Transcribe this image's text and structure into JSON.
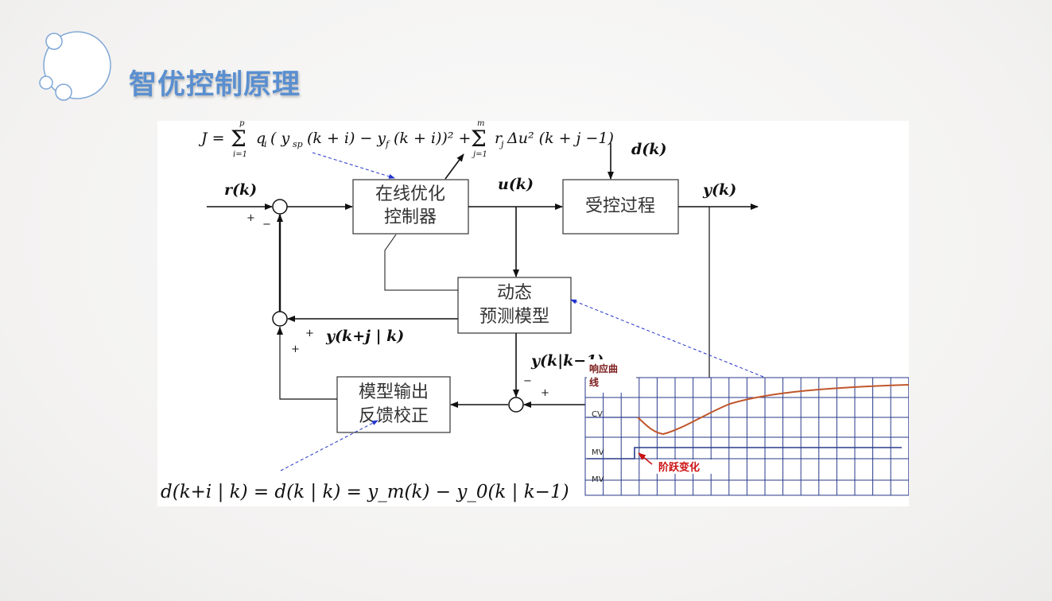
{
  "title": "智优控制原理",
  "equations": {
    "cost_function": "J = Σ q_i ( y_sp (k+i) − y_f (k+i) )² + Σ r_j Δu² (k+j−1)",
    "sum1_upper": "p",
    "sum1_lower": "i=1",
    "sum2_upper": "m",
    "sum2_lower": "j=1",
    "disturbance_eq": "d(k+i | k) = d(k | k) = y_m(k) − y_0(k | k−1)"
  },
  "blocks": {
    "optimizer": [
      "在线优化",
      "控制器"
    ],
    "process": "受控过程",
    "model": [
      "动态",
      "预测模型"
    ],
    "feedback": [
      "模型输出",
      "反馈校正"
    ]
  },
  "signals": {
    "reference": "r(k)",
    "control": "u(k)",
    "disturbance": "d(k)",
    "output": "y(k)",
    "prediction": "y(k+j | k)",
    "model_output": "y(k|k−1)"
  },
  "signs": {
    "sum1_plus": "+",
    "sum1_minus": "−",
    "sum2_top_plus": "+",
    "sum2_left_plus": "+",
    "sum3_minus": "−",
    "sum3_plus": "+"
  },
  "chart": {
    "title_line1": "响应曲",
    "title_line2": "线",
    "cv_label": "CV",
    "mv1_label": "MV",
    "mv2_label": "MV",
    "annotation": "阶跃变化"
  },
  "colors": {
    "title": "#5a8fd0",
    "response_curve": "#c0562a",
    "grid": "#2a3a8a",
    "annotation": "#cc1111",
    "dashed_pointer": "#2233cc"
  }
}
